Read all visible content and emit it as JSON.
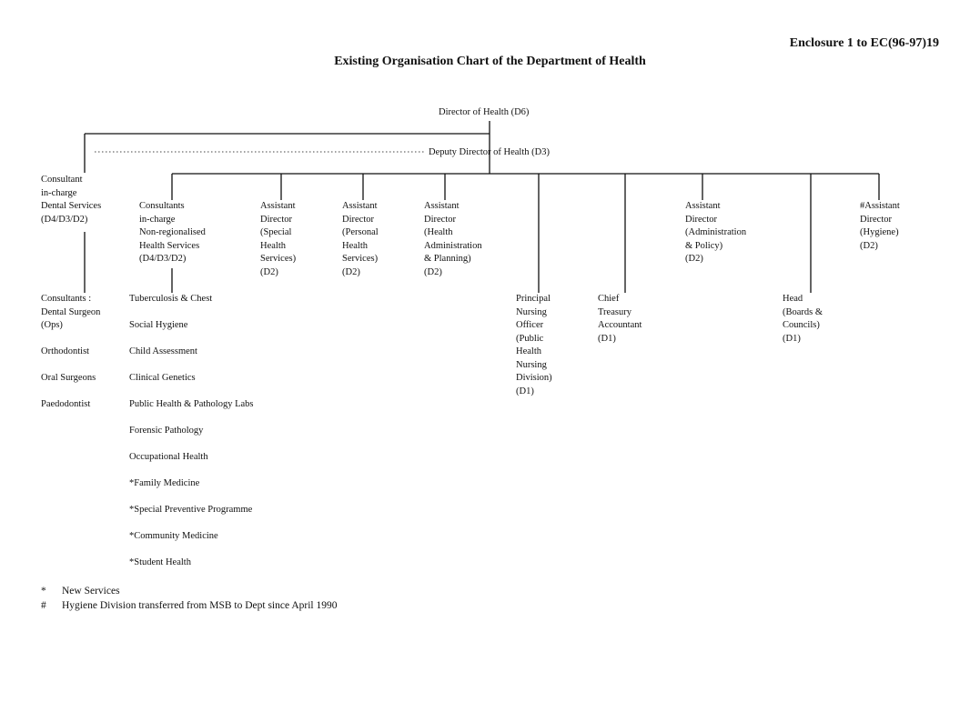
{
  "header": {
    "enclosure": "Enclosure 1 to EC(96-97)19",
    "title": "Existing Organisation Chart of the Department of Health"
  },
  "chart": {
    "director": "Director of Health (D6)",
    "deputy": "Deputy Director of Health (D3)",
    "dental_head": "Consultant\nin-charge\nDental Services\n(D4/D3/D2)",
    "dental_staff": [
      "Consultants :\nDental Surgeon\n(Ops)",
      "Orthodontist",
      "Oral Surgeons",
      "Paedodontist"
    ],
    "nonreg_head": "Consultants\nin-charge\nNon-regionalised\nHealth Services\n(D4/D3/D2)",
    "nonreg_services": [
      "Tuberculosis & Chest",
      "Social Hygiene",
      "Child Assessment",
      "Clinical Genetics",
      "Public Health & Pathology Labs",
      "Forensic Pathology",
      "Occupational Health",
      "*Family Medicine",
      "*Special Preventive Programme",
      "*Community Medicine",
      "*Student Health"
    ],
    "ad_special": "Assistant\nDirector\n(Special\nHealth\nServices)\n(D2)",
    "ad_personal": "Assistant\nDirector\n(Personal\nHealth\nServices)\n(D2)",
    "ad_admin_planning": "Assistant\nDirector\n(Health\nAdministration\n& Planning)\n(D2)",
    "pno": "Principal\nNursing\nOfficer\n(Public\nHealth\nNursing\nDivision)\n(D1)",
    "treasury": "Chief\nTreasury\nAccountant\n(D1)",
    "ad_admin_policy": "Assistant\nDirector\n(Administration\n& Policy)\n(D2)",
    "head_boards": "Head\n(Boards &\nCouncils)\n(D1)",
    "ad_hygiene": "#Assistant\nDirector\n(Hygiene)\n(D2)"
  },
  "notes": [
    {
      "mark": "*",
      "text": "New Services"
    },
    {
      "mark": "#",
      "text": "Hygiene Division transferred from MSB to Dept since April 1990"
    }
  ]
}
